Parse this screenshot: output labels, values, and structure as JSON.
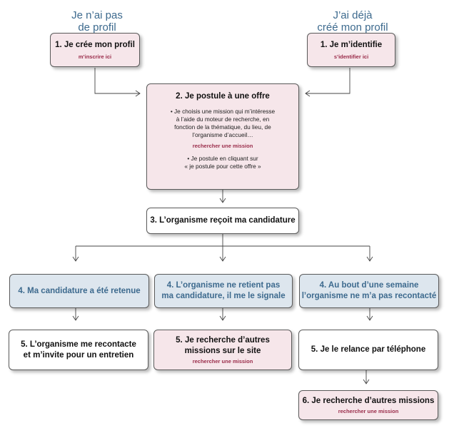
{
  "columns": {
    "left_head": [
      "Je n’ai pas",
      "de profil"
    ],
    "right_head": [
      "J’ai déjà",
      "créé mon profil"
    ]
  },
  "step1_left": {
    "title": "1. Je crée  mon profil",
    "link": "m’inscrire ici"
  },
  "step1_right": {
    "title": "1. Je m’identifie",
    "link": "s’identifier ici"
  },
  "step2": {
    "title": "2. Je postule à une offre",
    "text1": [
      "• Je choisis une mission qui m’intéresse",
      "à l’aide du moteur de recherche, en",
      "fonction de la thématique, du lieu, de",
      "l’organisme d’accueil…"
    ],
    "link": "rechercher une mission",
    "text2": [
      "• Je postule en cliquant sur",
      "« je postule pour cette offre »"
    ]
  },
  "step3": {
    "title": "3. L’organisme reçoit ma candidature"
  },
  "step4": {
    "a": [
      "4. Ma candidature a été retenue"
    ],
    "b": [
      "4. L’organisme ne retient pas",
      "ma candidature, il me le signale"
    ],
    "c": [
      "4. Au bout d’une semaine",
      "l’organisme ne m’a pas recontacté"
    ]
  },
  "step5": {
    "a": [
      "5. L’organisme me recontacte",
      "et m’invite pour un entretien"
    ],
    "b": {
      "title": [
        "5. Je recherche d’autres",
        "missions sur le site"
      ],
      "link": "rechercher une mission"
    },
    "c": [
      "5. Je le relance par téléphone"
    ]
  },
  "step6": {
    "title": "6. Je recherche d’autres missions",
    "link": "rechercher une mission"
  },
  "colors": {
    "pink_box": "#f6e6ea",
    "blue_box": "#dde6ee",
    "heading_blue": "#3d6a8e",
    "link_red": "#9a2c4a"
  }
}
